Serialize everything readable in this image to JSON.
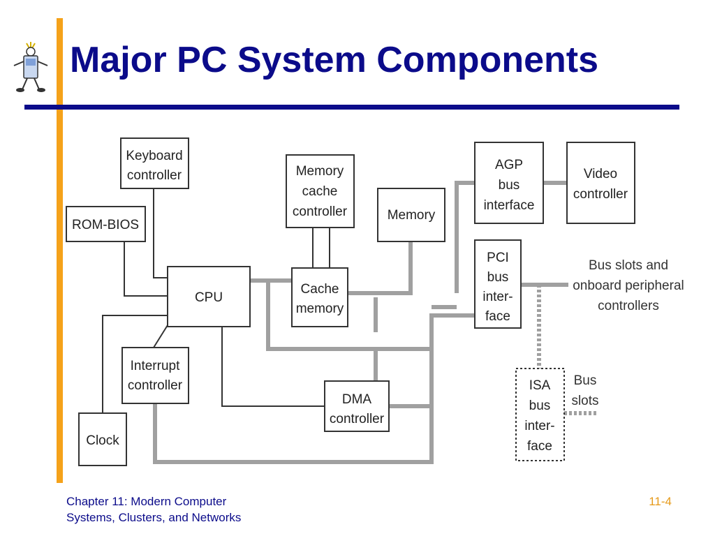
{
  "slide": {
    "title": "Major PC System Components",
    "footer_left_line1": "Chapter 11: Modern Computer",
    "footer_left_line2": "Systems, Clusters, and Networks",
    "page_number": "11-4"
  },
  "colors": {
    "title": "#0b0b8a",
    "rule": "#0b0b8a",
    "accent_bar": "#f5a21a",
    "page_number": "#e69a1a",
    "bus_line": "#a0a0a0",
    "box_border": "#333333"
  },
  "diagram": {
    "boxes": {
      "keyboard": [
        "Keyboard",
        "controller"
      ],
      "rom_bios": [
        "ROM-BIOS"
      ],
      "cpu": [
        "CPU"
      ],
      "interrupt": [
        "Interrupt",
        "controller"
      ],
      "clock": [
        "Clock"
      ],
      "memory_cache_controller": [
        "Memory",
        "cache",
        "controller"
      ],
      "cache_memory": [
        "Cache",
        "memory"
      ],
      "memory": [
        "Memory"
      ],
      "dma": [
        "DMA",
        "controller"
      ],
      "agp": [
        "AGP",
        "bus",
        "interface"
      ],
      "video": [
        "Video",
        "controller"
      ],
      "pci": [
        "PCI",
        "bus",
        "inter-",
        "face"
      ],
      "isa": [
        "ISA",
        "bus",
        "inter-",
        "face"
      ]
    },
    "labels": {
      "bus_slots_onboard": [
        "Bus slots and",
        "onboard peripheral",
        "controllers"
      ],
      "bus_slots": [
        "Bus",
        "slots"
      ]
    }
  }
}
